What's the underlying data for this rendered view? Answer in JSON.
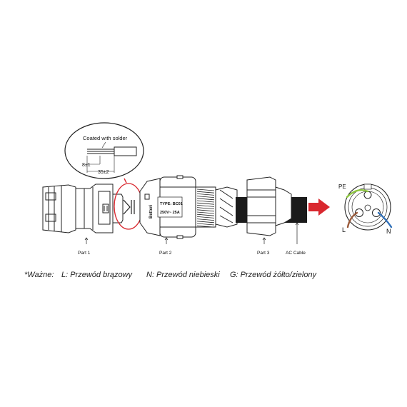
{
  "callout": {
    "coating_label": "Coated with solder",
    "dim_short": "8±1",
    "dim_long": "35±2"
  },
  "connector": {
    "type_label": "TYPE: BC01",
    "rating_label": "250V~   25A",
    "brand_text": "Betteri"
  },
  "parts": {
    "part1": "Part 1",
    "part2": "Part 2",
    "part3": "Part 3",
    "cable": "AC Cable"
  },
  "pinout": {
    "pe": "PE",
    "l": "L",
    "n": "N",
    "wire_colors": {
      "pe": "#8dc63f",
      "l": "#9a5a3a",
      "n": "#2f6fb8",
      "arrow": "#d9282f"
    }
  },
  "notes": {
    "prefix": "*Ważne:",
    "l": "L: Przewód brązowy",
    "n": "N: Przewód niebieski",
    "g": "G: Przewód żółto/zielony"
  }
}
